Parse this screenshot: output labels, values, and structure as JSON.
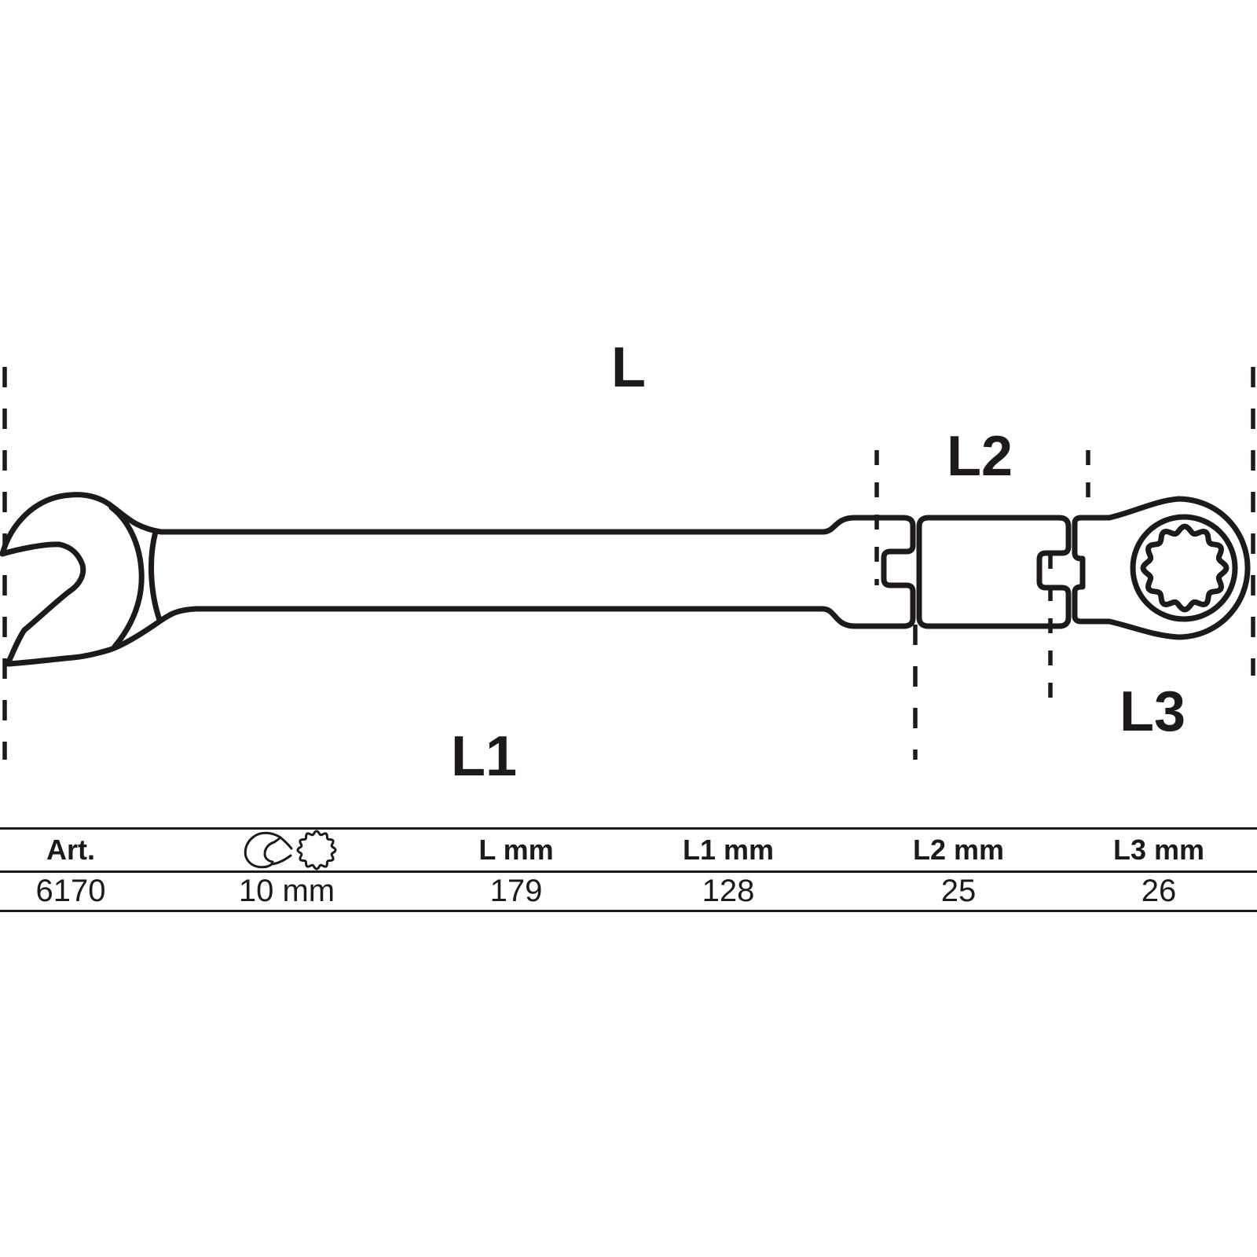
{
  "diagram": {
    "labels": {
      "l": "L",
      "l1": "L1",
      "l2": "L2",
      "l3": "L3"
    }
  },
  "table": {
    "headers": {
      "art": "Art.",
      "l": "L mm",
      "l1": "L1 mm",
      "l2": "L2 mm",
      "l3": "L3 mm"
    },
    "icons": [
      "open-end-wrench-icon",
      "twelve-point-ring-icon"
    ],
    "row": {
      "art": "6170",
      "size": "10 mm",
      "l": "179",
      "l1": "128",
      "l2": "25",
      "l3": "26"
    }
  },
  "colors": {
    "ink": "#1d1a19"
  }
}
